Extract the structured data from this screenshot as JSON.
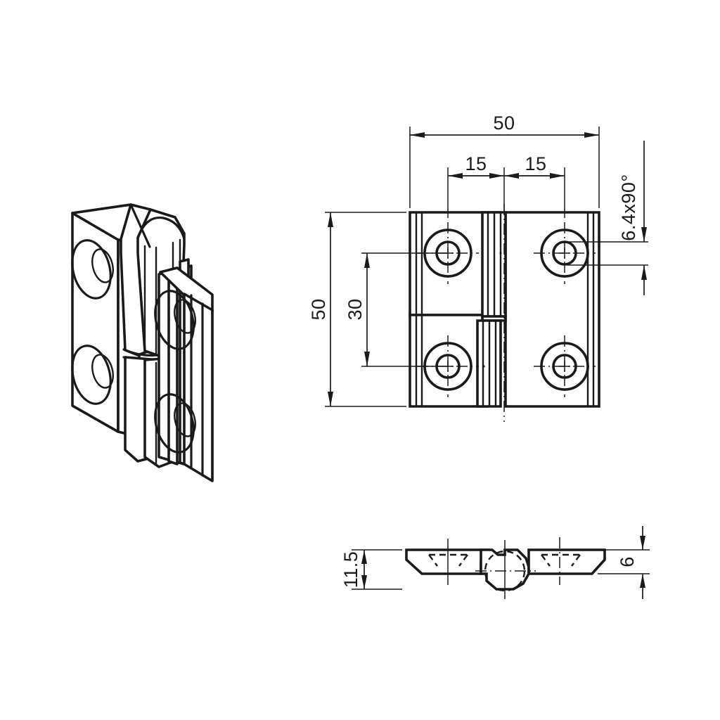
{
  "drawing": {
    "title": "Hinge technical drawing",
    "line_color": "#1a1a1a",
    "background_color": "#ffffff",
    "views": {
      "isometric": {
        "name": "isometric-hinge-view"
      },
      "front": {
        "name": "front-view"
      },
      "bottom": {
        "name": "bottom-section-view"
      }
    }
  },
  "dimensions": {
    "overall_width": "50",
    "overall_height": "50",
    "hole_spacing_left": "15",
    "hole_spacing_right": "15",
    "hole_pitch_vertical": "30",
    "countersink": "6.4x90°",
    "boss_thickness": "11.5",
    "plate_thickness": "6"
  },
  "labels": {
    "width_50": "50",
    "height_50": "50",
    "pitch_30": "30",
    "left_15": "15",
    "right_15": "15",
    "countersink_note": "6.4x90°",
    "thickness_11_5": "11.5",
    "thickness_6": "6"
  }
}
